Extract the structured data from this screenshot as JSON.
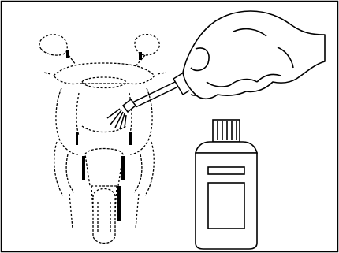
{
  "illustration": {
    "subject": "touch-up-paint-application",
    "colors": {
      "ink": "#000000",
      "paper": "#ffffff"
    },
    "parts": [
      {
        "name": "scooter-outline",
        "icon": "scooter-icon"
      },
      {
        "name": "hand",
        "icon": "hand-icon"
      },
      {
        "name": "brush-applicator",
        "icon": "paint-brush-icon"
      },
      {
        "name": "paint-bottle",
        "icon": "bottle-icon"
      }
    ]
  }
}
